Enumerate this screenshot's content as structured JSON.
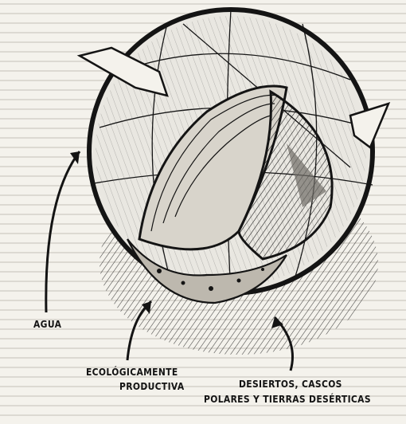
{
  "labels": {
    "water": "AGUA",
    "productive_line1": "ECOLÓGICAMENTE",
    "productive_line2": "PRODUCTIVA",
    "desert_line1": "DESIERTOS, CASCOS",
    "desert_line2": "POLARES Y TIERRAS DESÉRTICAS"
  },
  "colors": {
    "ink": "#141414",
    "paper": "#f4f2ec",
    "water_tone": "#e9e7e1",
    "land_tone": "#d8d4cb",
    "shadow": "#6f6c66"
  }
}
